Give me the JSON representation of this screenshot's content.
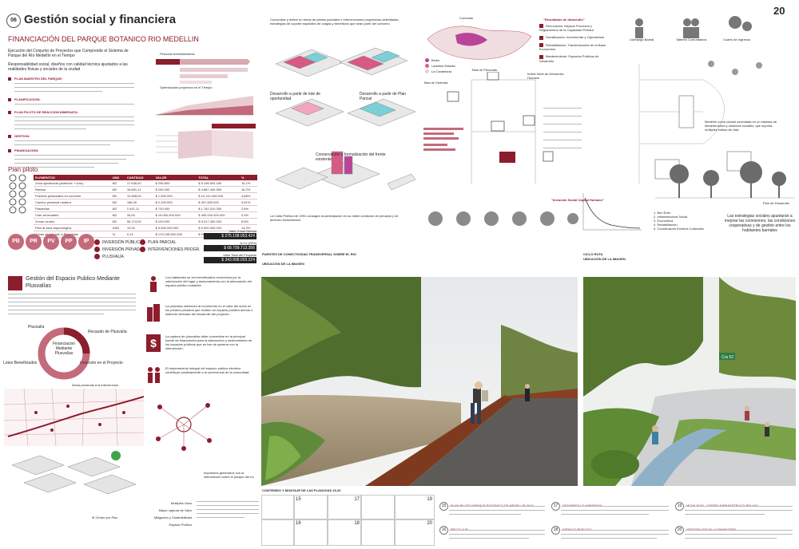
{
  "page": {
    "number_label": "06",
    "title": "Gestión social y financiera",
    "page_number": "20"
  },
  "left": {
    "subtitle": "FINANCIACIÓN DEL PARQUE BOTANICO RIO MEDELLIN",
    "intro1": "Ejecución del Conjunto de Proyectos que Comprende el Sistema de Parque del Río Medellín en el Tiempo",
    "intro2": "Responsabilidad social, diseños con calidad técnica ajustados a las realidades físicas y sociales de la ciudad",
    "items": [
      {
        "key": "plan_maestro",
        "label": "PLAN MAESTRO DEL PARQUE:"
      },
      {
        "key": "planificacion",
        "label": "PLANIFICACION:"
      },
      {
        "key": "plan_piloto",
        "label": "PLAN PILOTO DE REACCION INMEDIATA:"
      },
      {
        "key": "gestion",
        "label": "GESTION:"
      },
      {
        "key": "financiacion",
        "label": "FINANCIACIÓN:"
      }
    ],
    "periods_title": "Periodos Administrativos",
    "optimization_title": "Optimización proyectos en el Tiempo",
    "plan_piloto_title": "Plan piloto",
    "table_headers": [
      "ELEMENTOS",
      "UND",
      "CANTIDAD",
      "VALOR",
      "TOTAL",
      "%"
    ],
    "table_rows": [
      [
        "Zona ajardinada (andenes + vías) ..",
        "M2",
        "17.636,00",
        "$   296.800",
        "$ 5.198.904.180",
        "15,1%"
      ],
      [
        "Rampa",
        "M2",
        "16.851,11",
        "$   290.000",
        "$ 4.887.449.900",
        "16,2%"
      ],
      [
        "Puentes peatonales en concreto",
        "M2",
        "12.898,00",
        "$ 1.900.000",
        "$ 24.113.400.000",
        "4,88%"
      ],
      [
        "Camino peatonal madera",
        "M2",
        "186,00",
        "$ 2.200.000",
        "$ 407.800.000",
        "0,61%"
      ],
      [
        "Pasarelas",
        "M2",
        "2.441,11",
        "$   730.000",
        "$ 1.782.010.300",
        "2,6%"
      ],
      [
        "Vías vehiculares",
        "M2",
        "34,00",
        "$ 15.000.000.000",
        "$ 450.000.000.000",
        "0,9%"
      ],
      [
        "Zonas verdes",
        "M2",
        "50.174,00",
        "$   100.000",
        "$ 5.017.400.000",
        "8,5%"
      ],
      [
        "Plan al área arqueológica",
        "UND",
        "10,00",
        "$ 9.000.000.000",
        "$ 9.000.000.000",
        "13,2%"
      ],
      [
        "Zonas alumbrado a Plazoletas",
        "%",
        "0,13",
        "$ 175.198.692.000",
        "$ 25.198.692.000",
        "2,1%"
      ]
    ],
    "pills": [
      {
        "label": "PB",
        "color": "#c46a7a"
      },
      {
        "label": "PR",
        "color": "#c46a7a"
      },
      {
        "label": "PV",
        "color": "#c46a7a"
      },
      {
        "label": "PP",
        "color": "#c46a7a"
      },
      {
        "label": "IP",
        "color": "#c46a7a"
      }
    ],
    "legend": [
      {
        "code": "IP",
        "label": "INVERSIÓN PÚBLICA"
      },
      {
        "code": "PR",
        "label": "INVERSIÓN PRIVADA"
      },
      {
        "code": "PV",
        "label": "PLUSVALÍA"
      },
      {
        "code": "PB",
        "label": "PLAN PARCIAL"
      },
      {
        "code": "PP",
        "label": "INTERVENCIONES PROGR."
      }
    ],
    "totals": [
      {
        "label": "Valor Costo Directo",
        "value": "$ 275.198.053.424"
      },
      {
        "label": "A.I.U (25%)",
        "value": "$ 68.799.713.356"
      },
      {
        "label": "Valor Total del Proyecto",
        "value": "$ 343.998.003.224"
      }
    ],
    "gestion_title": "Gestión del Espacio Publico Mediante Plusvalías",
    "cycle_center": "Financiacion Mediante Plusvalías",
    "cycle_labels": [
      "Plusvalía",
      "Recaudo de Plusvalía",
      "Inversión en el Proyecto",
      "Lotes Beneficiados"
    ],
    "map_caption": "Áreas próximas a la intervención",
    "icon_items": [
      "Los habitantes se ven beneficiados económica por la valorización del lugar y asesoramiento con la adecuación del espacio público existente.",
      "La plusvalía obedecen al incremento en el valor del suelo en los predios privados que reciben un impacto positivo directo o indirecto derivado del desarrollo del proyecto.",
      "La captura de plusvalías debe convertirse en la principal fuente de financiación para la adecuación y sostenimiento de los espacios públicos que se han de generar con la intervención.",
      "El mejoramiento integral del espacio público eléctrico contribuye positivamente a la convivencia de la comunidad."
    ],
    "bottom_labels": [
      "Multiples Usos",
      "Mayor captura de Valor",
      "Mitigación y Sostenibilidad",
      "Espacio Público"
    ],
    "bottom_note": "Impuestos generados con la intervención sobre el parque del río"
  },
  "middle": {
    "intro": "Concentrar y definir en áreas de planes parciales e intervenciones progresivas delimitadas, estrategias de soporte equitativo de cargas y beneficios que sean parte del contorno",
    "label_a": "Desarrollo a partir de lote de oportunidad",
    "label_b": "Desarrollo a partir de Plan Parcial",
    "label_c": "Conservación y formalización del frente existente",
    "note": "La Carta Política de 1991 consagra la participación en su doble condición de principio y de derecho fundamental.",
    "caption_bridge": "PUENTES DE CONECTIVIDAD TRANSVERSAL SOBRE EL RIO",
    "caption_bridge_sub": "UBICACIÓN DE LA IMAGEN",
    "caption_cycle": "CICLO RUTA",
    "caption_cycle_sub": "UBICACIÓN DE LA IMAGEN",
    "sign_text": "Cra 52"
  },
  "right": {
    "comunas_label": "Comunas",
    "resultados_title": "\"Resultados de desarrollo\"",
    "resultados_items": [
      "Renovación: Mejorar Procesos y Reglamentos de la Capacidad Pública",
      "Densificación: Incrementar y Operativizar",
      "Rehabilitación: Transformación de la Base Económica",
      "Mantenimiento: Espacios Públicos de Desarrollo"
    ],
    "total_personas": "Total de Personas",
    "tasa_label": "Tasa de Vivienda",
    "ndh_label": "Índice Nivel de Desarrollo Humano",
    "capital_title": "\"Inclusión Social Capital Humano\"",
    "side_items": [
      "Liderazgo Barrial",
      "Talleres Comunitarios",
      "Cuarto de Ingresos"
    ],
    "side_caption": "Medellín como ciudad conectada en un sistema de infraestructura y sistemas sociales, que soporta múltiples estilos de vida.",
    "bottom_caption": "Las estrategias sociales apuntarán a mejorar las conexiones, las condiciones cooperativas y de gestión entre los habitantes barriales",
    "legend_list": [
      "1. Bon Eder",
      "2. Infraestructura Social",
      "3. Económica",
      "4. Rehabilitación",
      "5. Coordinación Eventos Culturales"
    ],
    "plan_desarrollo": "Plan de Desarrollo"
  },
  "bottom": {
    "contenido_title": "CONTENIDO Y MONTAJE DE LAS PLANCHAS 15-20",
    "grid_numbers": [
      "15",
      "17",
      "19",
      "16",
      "18",
      "20"
    ],
    "notes": [
      {
        "num": "15",
        "title": "PLAN PILOTO PARQUE BOTÁNICO DE MEDELLÍN 2016"
      },
      {
        "num": "16",
        "title": "RECICLAJE"
      },
      {
        "num": "17",
        "title": "DESARROLLO AMBIENTAL"
      },
      {
        "num": "18",
        "title": "ESPACIO PÚBLICO"
      },
      {
        "num": "19",
        "title": "MOVILIDAD - DISEÑO INFRAESTRUCTURA VIAL"
      },
      {
        "num": "20",
        "title": "GESTIÓN SOCIAL Y FINANCIERA"
      }
    ]
  },
  "colors": {
    "accent": "#8c1d2c",
    "accent_light": "#c46a7a",
    "sky": "#e9edf0",
    "greenery": "#5f7d3b",
    "rust": "#8a3f24"
  }
}
